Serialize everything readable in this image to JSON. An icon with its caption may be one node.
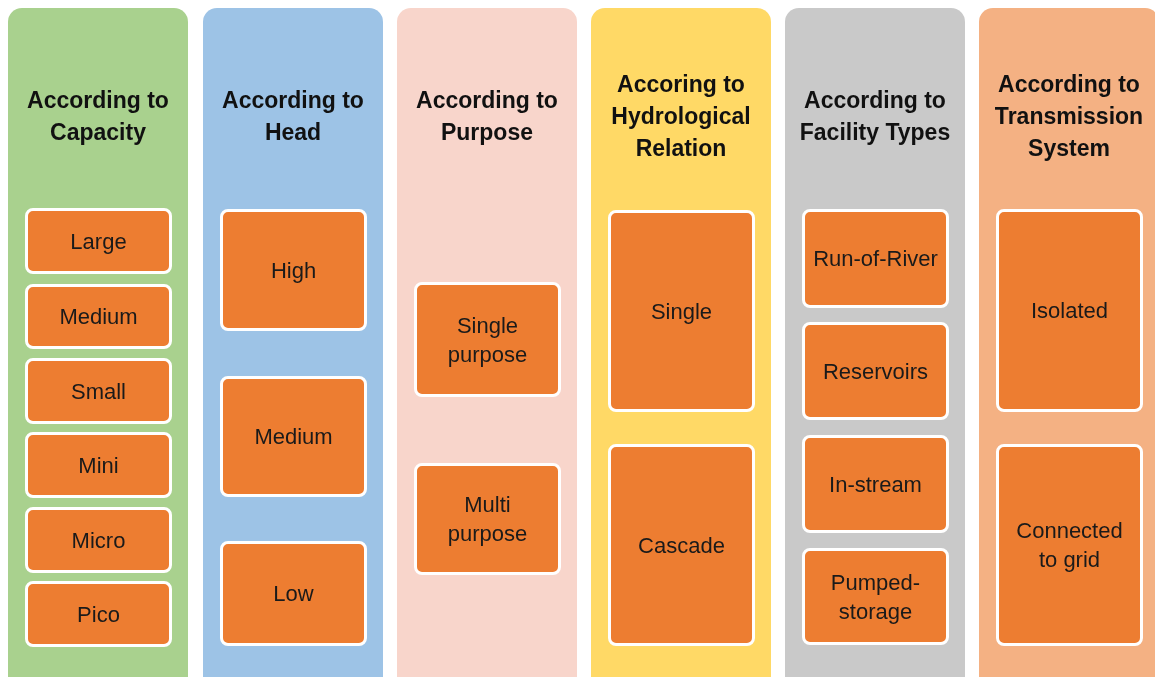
{
  "diagram": {
    "nodes": [
      {
        "text": [
          "According to Capacity"
        ]
      },
      {
        "text": [
          "Large"
        ],
        "in": 0
      },
      {
        "text": [
          "Medium"
        ],
        "in": 0
      },
      {
        "text": [
          "Small"
        ],
        "in": 0
      },
      {
        "text": [
          "Mini"
        ],
        "in": 0
      },
      {
        "text": [
          "Micro"
        ],
        "in": 0
      },
      {
        "text": [
          "Pico"
        ],
        "in": 0
      },
      {
        "text": [
          "According to Head"
        ]
      },
      {
        "text": [
          "High"
        ],
        "in": 7
      },
      {
        "text": [
          "Medium"
        ],
        "in": 7
      },
      {
        "text": [
          "Low"
        ],
        "in": 7
      },
      {
        "text": [
          "According to Purpose"
        ]
      },
      {
        "text": [
          "Single purpose"
        ],
        "in": 11
      },
      {
        "text": [
          "Multi purpose"
        ],
        "in": 11
      },
      {
        "text": [
          "Accoring to Hydrological Relation"
        ]
      },
      {
        "text": [
          "Single"
        ],
        "in": 14
      },
      {
        "text": [
          "Cascade"
        ],
        "in": 14
      },
      {
        "text": [
          "According to Facility Types"
        ]
      },
      {
        "text": [
          "Run-of-River"
        ],
        "in": 17
      },
      {
        "text": [
          "Reservoirs"
        ],
        "in": 17
      },
      {
        "text": [
          "In-stream"
        ],
        "in": 17
      },
      {
        "text": [
          "Pumped-storage"
        ],
        "in": 17
      },
      {
        "text": [
          "According to Transmission System"
        ]
      },
      {
        "text": [
          "Isolated"
        ],
        "in": 22
      },
      {
        "text": [
          "Connected to grid"
        ],
        "in": 22
      }
    ]
  }
}
